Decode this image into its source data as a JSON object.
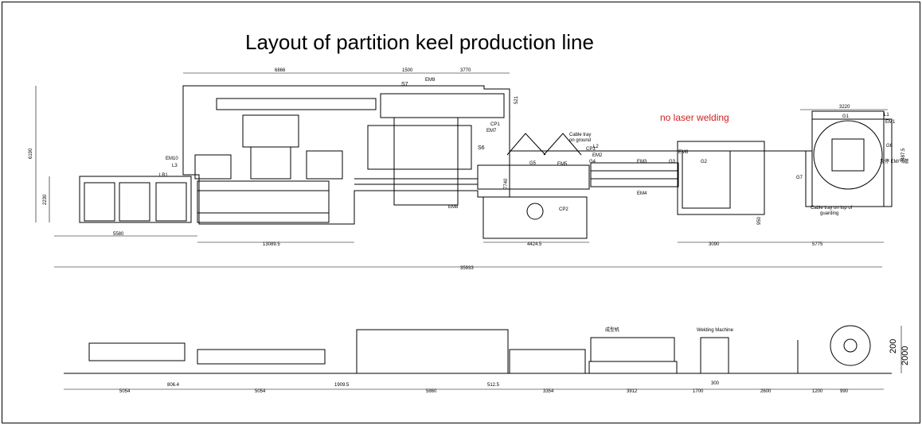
{
  "title": "Layout of partition keel production line",
  "note": "no laser welding",
  "colors": {
    "line": "#000000",
    "note": "#d02020"
  },
  "plan": {
    "dims_top": [
      "6866",
      "1500",
      "3770"
    ],
    "dims_right_top": "3220",
    "dims_bottom": [
      "5580",
      "13089.5",
      "4424.5",
      "3090",
      "5775"
    ],
    "dim_total": "35933",
    "dims_left": [
      "6190",
      "2230"
    ],
    "dims_vertical": [
      "521",
      "7740",
      "950",
      "3487.5"
    ],
    "stations": [
      "S7",
      "S6",
      "G1",
      "G2",
      "G3",
      "G4",
      "G5",
      "G6",
      "G7"
    ],
    "emergency": [
      "EM9",
      "EM8",
      "EM7",
      "EM6",
      "EM5",
      "EM4",
      "EM3",
      "EM2",
      "EM1",
      "EM10"
    ],
    "control_points": [
      "CP1",
      "CP2",
      "CP3"
    ],
    "misc": [
      "L1",
      "L2",
      "L3",
      "LB1"
    ],
    "labels": {
      "cable_ground": [
        "Cable tray",
        "on ground"
      ],
      "cable_guarding": [
        "Cable tray on top of",
        "guarding"
      ],
      "em_air": "急停 EM/气管"
    }
  },
  "elevation": {
    "machine_forming": "成型机",
    "machine_welding": "Welding Machine",
    "dims_bottom": [
      "5054",
      "806.4",
      "5054",
      "1909.5",
      "5860",
      "512.5",
      "3354",
      "3912",
      "1700",
      "300",
      "2600",
      "1200",
      "990"
    ],
    "heights": [
      "200",
      "2000"
    ]
  }
}
